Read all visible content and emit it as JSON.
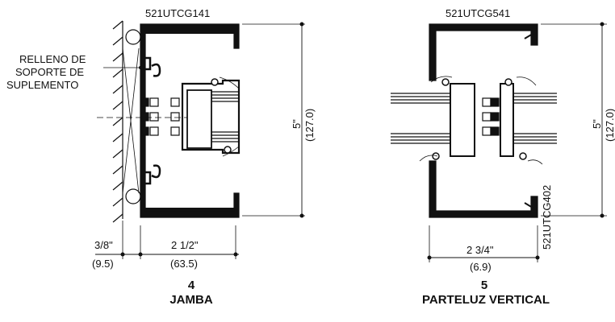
{
  "jamb": {
    "part_number": "521UTCG141",
    "callout_line1": "RELLENO DE",
    "callout_line2": "SOPORTE DE",
    "callout_line3": "SUPLEMENTO",
    "height_in": "5\"",
    "height_mm": "(127.0)",
    "shim_in": "3/8\"",
    "shim_mm": "(9.5)",
    "width_in": "2 1/2\"",
    "width_mm": "(63.5)",
    "detail_number": "4",
    "detail_title": "JAMBA"
  },
  "mullion": {
    "part_number_top": "521UTCG541",
    "part_number_side": "521UTCG402",
    "height_in": "5\"",
    "height_mm": "(127.0)",
    "width_in": "2 3/4\"",
    "width_mm": "(6.9)",
    "detail_number": "5",
    "detail_title": "PARTELUZ VERTICAL"
  }
}
